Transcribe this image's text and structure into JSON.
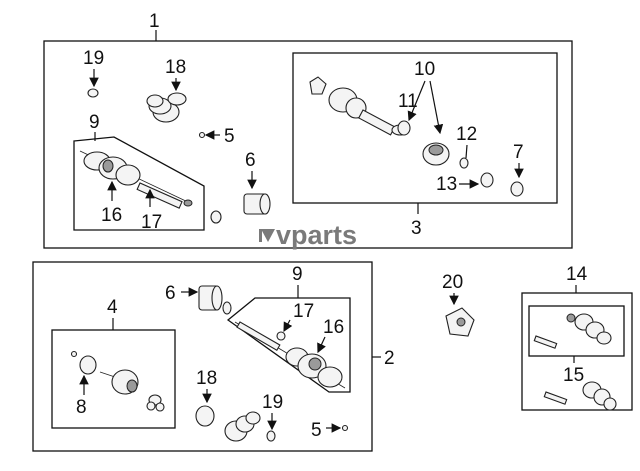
{
  "callouts": {
    "top_1": "1",
    "top_19": "19",
    "top_18": "18",
    "top_9": "9",
    "top_5": "5",
    "top_6": "6",
    "top_16": "16",
    "top_17": "17",
    "top_10": "10",
    "top_11": "11",
    "top_12": "12",
    "top_7": "7",
    "top_13": "13",
    "top_3": "3",
    "bot_2": "2",
    "bot_4": "4",
    "bot_8": "8",
    "bot_6": "6",
    "bot_9": "9",
    "bot_17": "17",
    "bot_16": "16",
    "bot_18": "18",
    "bot_19": "19",
    "bot_5": "5",
    "p20": "20",
    "p14": "14",
    "p15": "15"
  },
  "watermark": {
    "brand": "vparts"
  },
  "icons": {
    "logo": "vparts-logo-icon"
  },
  "colors": {
    "line": "#111111",
    "watermark": "#7a7a7a"
  }
}
